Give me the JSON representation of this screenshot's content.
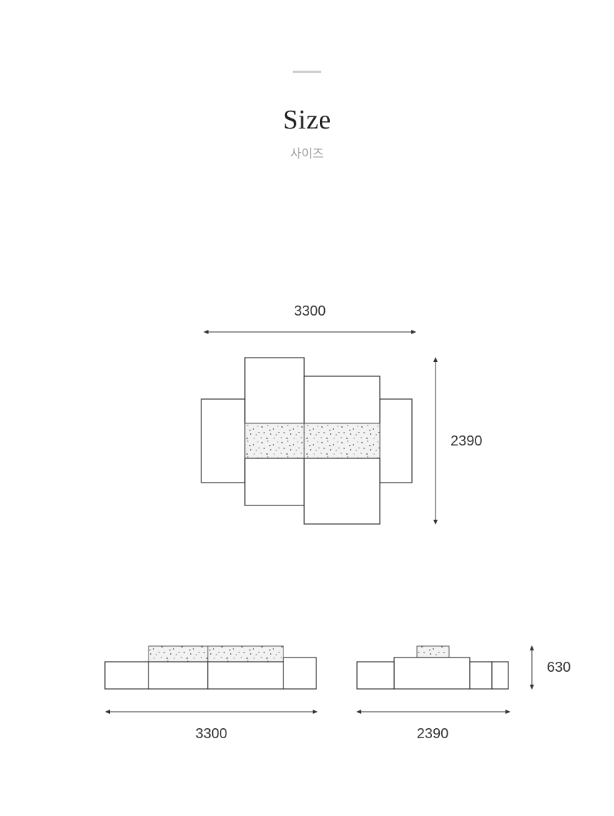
{
  "header": {
    "title": "Size",
    "subtitle": "사이즈"
  },
  "diagram": {
    "top_view": {
      "width_label": "3300",
      "depth_label": "2390"
    },
    "front_view": {
      "width_label": "3300"
    },
    "side_view": {
      "depth_label": "2390",
      "height_label": "630"
    }
  },
  "colors": {
    "accent_bar": "#cccccc",
    "line": "#333333",
    "subtitle": "#9a9a9a"
  }
}
